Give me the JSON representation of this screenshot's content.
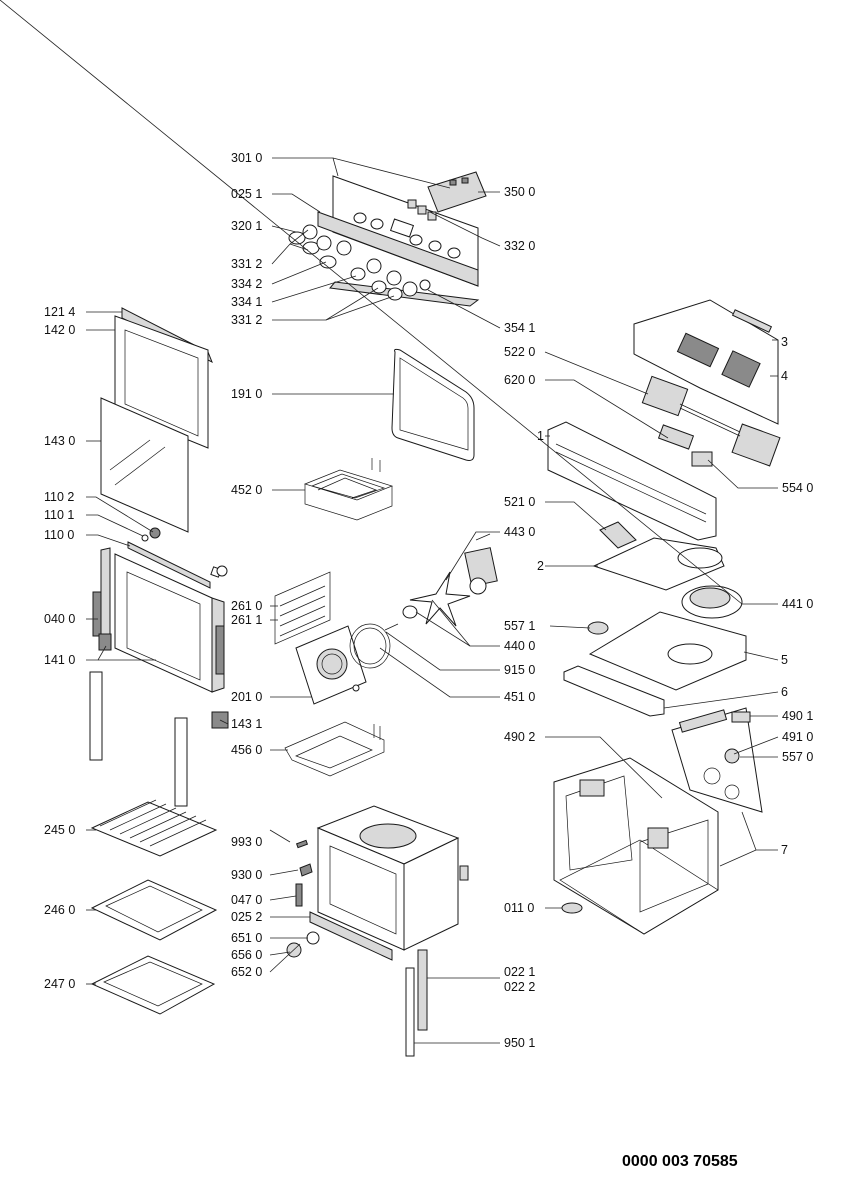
{
  "document_number": "0000 003 70585",
  "labels": {
    "l3010": "301 0",
    "l0251": "025 1",
    "l3201": "320 1",
    "l3312a": "331 2",
    "l3342": "334 2",
    "l3341": "334 1",
    "l3312b": "331 2",
    "l3500": "350 0",
    "l3320": "332 0",
    "l3541": "354 1",
    "l1214": "121 4",
    "l1420": "142 0",
    "l1430": "143 0",
    "l1102": "110 2",
    "l1101": "110 1",
    "l1100": "110 0",
    "l0400": "040 0",
    "l1410": "141 0",
    "l1910": "191 0",
    "l4520": "452 0",
    "l2610": "261 0",
    "l2611": "261 1",
    "l2010": "201 0",
    "l1431": "143 1",
    "l4560": "456 0",
    "l5220": "522 0",
    "l6200": "620 0",
    "l5540": "554 0",
    "l5210": "521 0",
    "l4430": "443 0",
    "l4410": "441 0",
    "l5571": "557 1",
    "l4400": "440 0",
    "l9150": "915 0",
    "l4510": "451 0",
    "l4901": "490 1",
    "l4902": "490 2",
    "l4910": "491 0",
    "l5570": "557 0",
    "l0110": "011 0",
    "l2450": "245 0",
    "l2460": "246 0",
    "l2470": "247 0",
    "l9930": "993 0",
    "l9300": "930 0",
    "l0470": "047 0",
    "l0252": "025 2",
    "l6510": "651 0",
    "l6560": "656 0",
    "l6520": "652 0",
    "l0221": "022 1",
    "l0222": "022 2",
    "l9501": "950 1",
    "n1": "1",
    "n2": "2",
    "n3": "3",
    "n4": "4",
    "n5": "5",
    "n6": "6",
    "n7": "7"
  }
}
